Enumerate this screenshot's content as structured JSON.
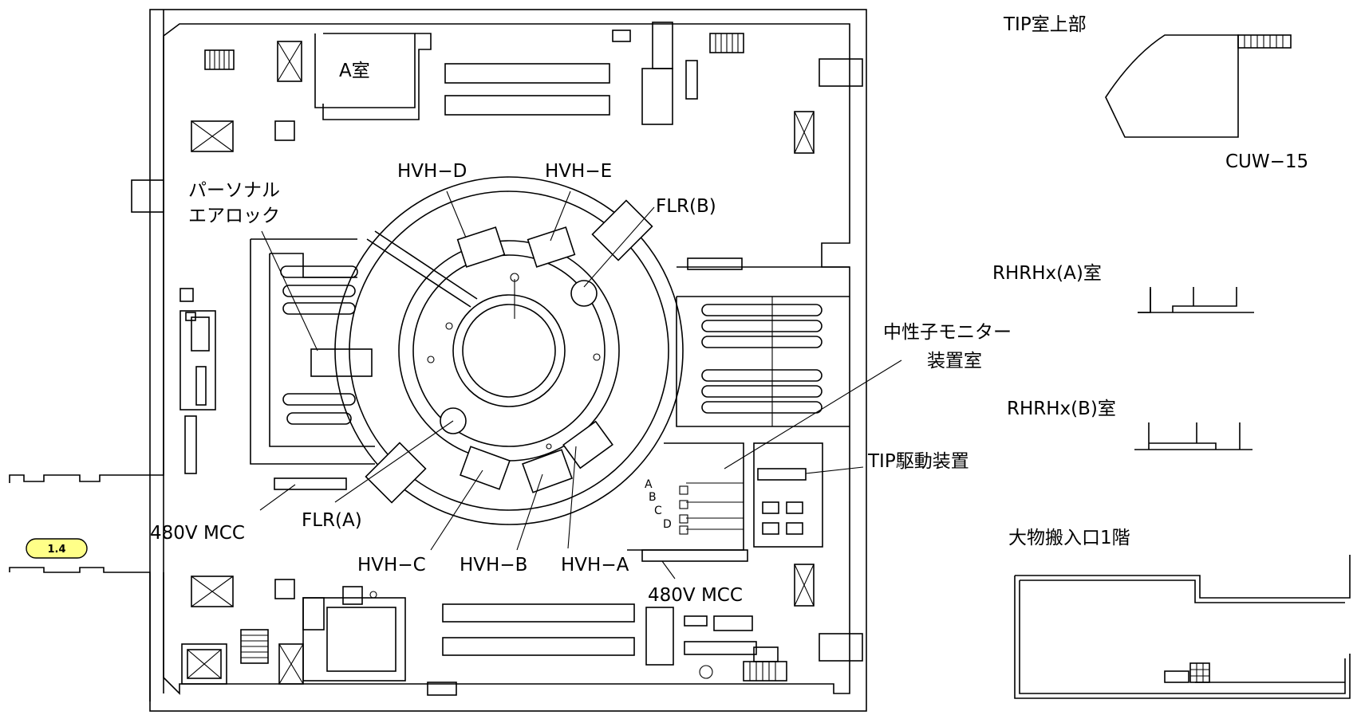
{
  "labels": {
    "room_a": "A室",
    "personal_airlock": [
      "パーソナル",
      "エアロック"
    ],
    "hvh_d": "HVH−D",
    "hvh_e": "HVH−E",
    "flr_b": "FLR(B)",
    "flr_a": "FLR(A)",
    "hvh_c": "HVH−C",
    "hvh_b": "HVH−B",
    "hvh_a": "HVH−A",
    "mcc_left": "480V MCC",
    "mcc_right": "480V MCC",
    "neutron_monitor_room": [
      "中性子モニター",
      "装置室"
    ],
    "tip_drive": "TIP駆動装置",
    "small_letters": [
      "A",
      "B",
      "C",
      "D"
    ],
    "tip_room_upper": "TIP室上部",
    "cuw15": "CUW−15",
    "rhrhx_a": "RHRHx(A)室",
    "rhrhx_b": "RHRHx(B)室",
    "large_entrance": "大物搬入口1階"
  },
  "badge": {
    "text": "1.4",
    "color": "#ffff88"
  },
  "colors": {
    "line": "#000000",
    "background": "#ffffff"
  }
}
